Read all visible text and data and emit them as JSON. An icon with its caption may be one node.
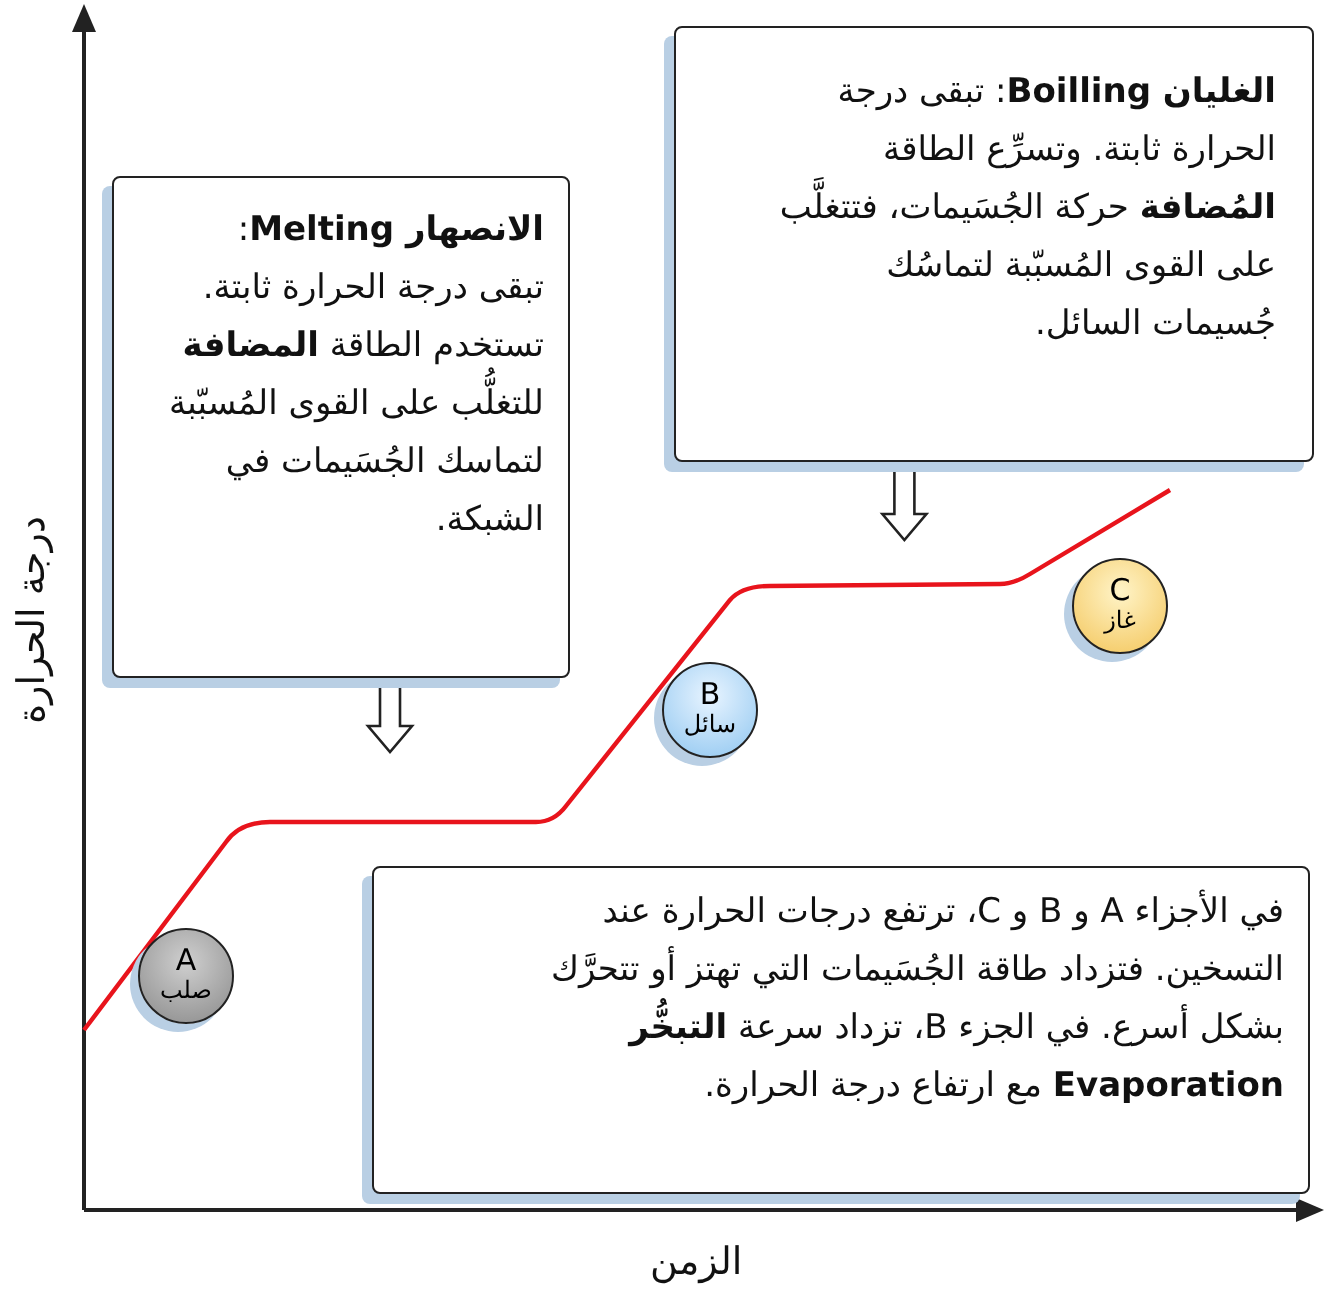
{
  "diagram": {
    "nodes": [
      {
        "text": [
          "**الغليان Boilling**: تبقى درجة الحرارة ثابتة. وتسرِّع الطاقة **المُضافة** حركة الجُسَيمات، فتتغلَّب على القوى المُسبّبة لتماسُك جُسيمات السائل."
        ]
      },
      {
        "text": [
          "**الانصهار Melting**:",
          "تبقى درجة الحرارة ثابتة. تستخدم الطاقة **المضافة** للتغلُّب على القوى المُسبّبة لتماسك الجُسَيمات في الشبكة."
        ]
      },
      {
        "text": [
          "في الأجزاء A و B و C، ترتفع درجات الحرارة عند التسخين. فتزداد طاقة الجُسَيمات التي تهتز أو تتحرَّك بشكل أسرع. في الجزء B، تزداد سرعة **التبخُّر Evaporation** مع ارتفاع درجة الحرارة."
        ]
      },
      {
        "text": [
          "A",
          "صلب"
        ]
      },
      {
        "text": [
          "B",
          "سائل"
        ]
      },
      {
        "text": [
          "C",
          "غاز"
        ]
      }
    ],
    "edges": [
      {
        "from": 1,
        "to": null,
        "arrow": "to"
      },
      {
        "from": 0,
        "to": null,
        "arrow": "to"
      }
    ],
    "labels": [
      "درجة الحرارة",
      "الزمن"
    ]
  }
}
